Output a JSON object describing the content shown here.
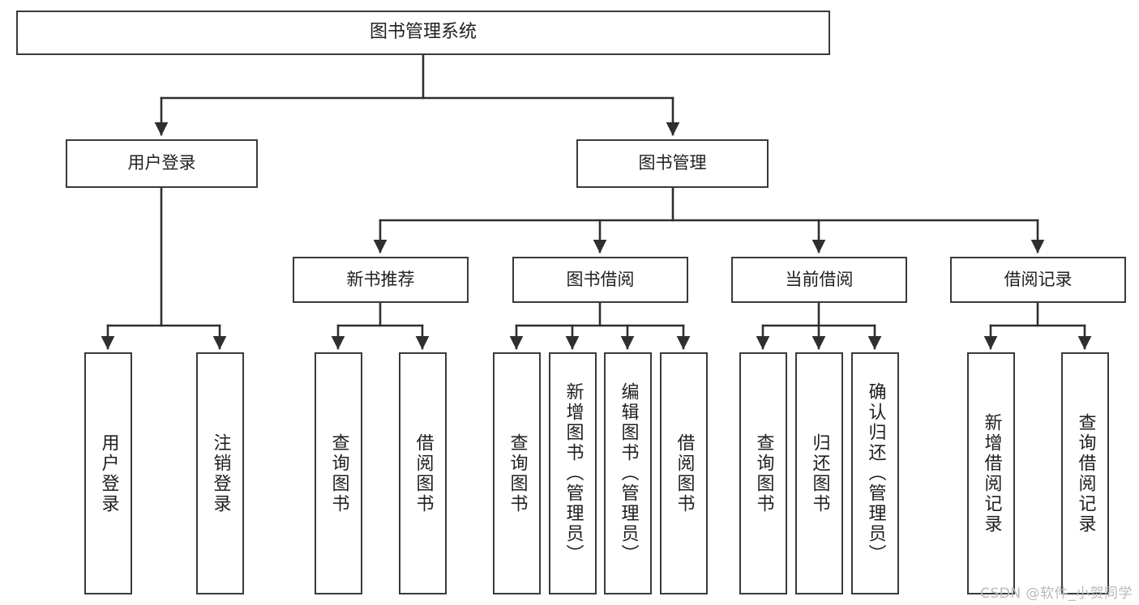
{
  "diagram": {
    "title": "图书管理系统",
    "type": "tree",
    "orientation": "top-down",
    "colors": {
      "box_border": "#3a3a3a",
      "box_fill": "#ffffff",
      "connector": "#2f2f2f",
      "text": "#1f1f1f",
      "watermark": "#b9b9b9",
      "background": "#ffffff"
    }
  },
  "root": {
    "label": "图书管理系统"
  },
  "level2": [
    {
      "id": "user-login",
      "label": "用户登录"
    },
    {
      "id": "book-management",
      "label": "图书管理"
    }
  ],
  "level3": [
    {
      "id": "new-book-recommend",
      "label": "新书推荐"
    },
    {
      "id": "book-borrow",
      "label": "图书借阅"
    },
    {
      "id": "current-borrow",
      "label": "当前借阅"
    },
    {
      "id": "borrow-record",
      "label": "借阅记录"
    }
  ],
  "leaves": [
    {
      "id": "leaf-user-login",
      "parent": "user-login",
      "label": "用户登录"
    },
    {
      "id": "leaf-logout",
      "parent": "user-login",
      "label": "注销登录"
    },
    {
      "id": "leaf-query-book-1",
      "parent": "new-book-recommend",
      "label": "查询图书"
    },
    {
      "id": "leaf-borrow-book-1",
      "parent": "new-book-recommend",
      "label": "借阅图书"
    },
    {
      "id": "leaf-query-book-2",
      "parent": "book-borrow",
      "label": "查询图书"
    },
    {
      "id": "leaf-add-book",
      "parent": "book-borrow",
      "label": "新增图书（管理员）"
    },
    {
      "id": "leaf-edit-book",
      "parent": "book-borrow",
      "label": "编辑图书（管理员）"
    },
    {
      "id": "leaf-borrow-book-2",
      "parent": "book-borrow",
      "label": "借阅图书"
    },
    {
      "id": "leaf-query-book-3",
      "parent": "current-borrow",
      "label": "查询图书"
    },
    {
      "id": "leaf-return-book",
      "parent": "current-borrow",
      "label": "归还图书"
    },
    {
      "id": "leaf-confirm-return",
      "parent": "current-borrow",
      "label": "确认归还（管理员）"
    },
    {
      "id": "leaf-add-record",
      "parent": "borrow-record",
      "label": "新增借阅记录"
    },
    {
      "id": "leaf-query-record",
      "parent": "borrow-record",
      "label": "查询借阅记录"
    }
  ],
  "watermark": {
    "text": "CSDN @软件_小贺同学"
  }
}
